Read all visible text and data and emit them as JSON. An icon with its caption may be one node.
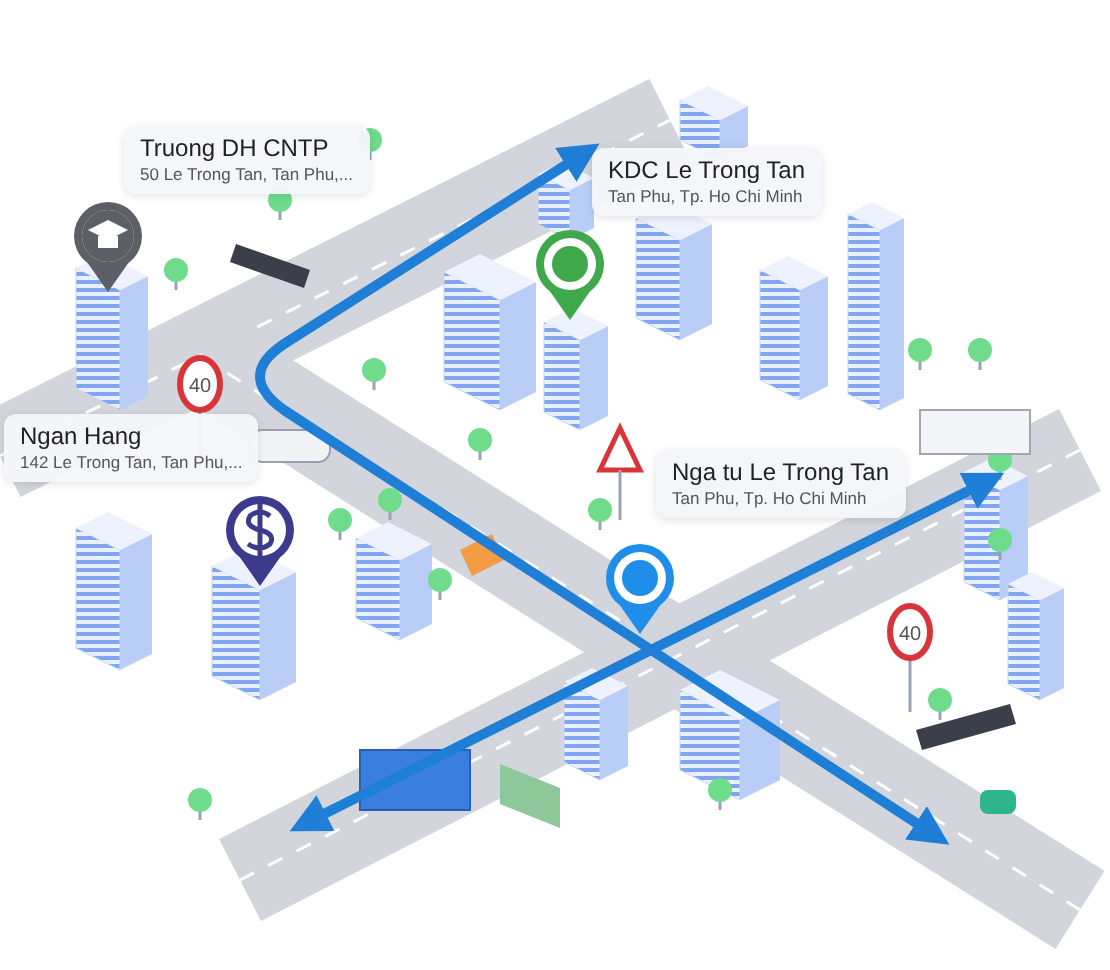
{
  "diagram": {
    "nodes": [
      {
        "text": [
          "Truong DH CNTP",
          "50 Le Trong Tan, Tan Phu,..."
        ]
      },
      {
        "text": [
          "KDC Le Trong Tan",
          "Tan Phu, Tp. Ho Chi Minh"
        ]
      },
      {
        "text": [
          "Ngan Hang",
          "142 Le Trong Tan, Tan Phu,..."
        ]
      },
      {
        "text": [
          "Nga tu Le Trong Tan",
          "Tan Phu, Tp. Ho Chi Minh"
        ]
      }
    ],
    "labels": [
      "40",
      "40"
    ]
  }
}
